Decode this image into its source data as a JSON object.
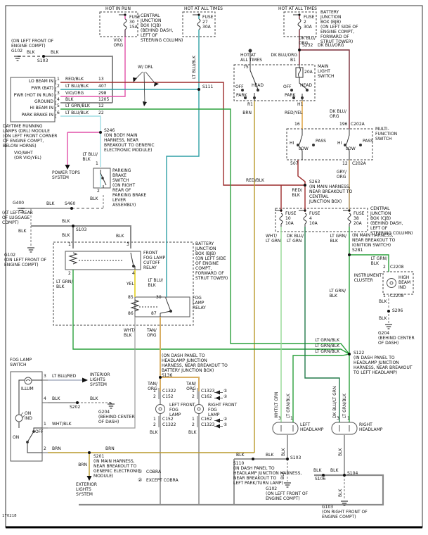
{
  "meta": {
    "doc_num": "170218"
  },
  "feeds": {
    "hot_in_run": "HOT IN RUN",
    "hot_all": "HOT AT ALL TIMES",
    "hot_all2": "HOT AT\nALL TIMES"
  },
  "fuses": {
    "f30": "FUSE\n30\n15A",
    "f27": "FUSE\n27\n30A",
    "f2": "FUSE\n2\n30A",
    "f10": "FUSE\n10\n10A",
    "f4": "FUSE\n4\n10A",
    "f38": "FUSE\n38\n20A"
  },
  "boxes": {
    "cjb": "CENTRAL\nJUNCTION\nBOX (CJB)\n(BEHIND DASH,\nLEFT OF\nSTEERING COLUMN)",
    "bjb": "BATTERY\nJUNCTION\nBOX (BJB)\n(ON LEFT SIDE OF\nENGINE COMPT,\nFORWARD OF\nSTRUT TOWER)",
    "bjb2": "BATTERY\nJUNCTION\nBOX (BJB)\n(ON LEFT SIDE\nOF ENGINE\nCOMPT,\nFORWARD OF\nSTRUT TOWER)"
  },
  "w": {
    "blk": "BLK",
    "brn": "BRN",
    "yel": "YEL",
    "red_blk": "RED/BLK",
    "red_blk2": "RED/\nBLK",
    "red_yel": "RED/YEL",
    "vio_org": "VIO/ORG",
    "vio_org2": "VIO/\nORG",
    "vio_wht": "VIO/WHT\n(OR VIO/YEL)",
    "lt_blu_blk": "LT BLU/BLK",
    "lt_blu_blk2": "LT BLU/\nBLK",
    "lt_blu_red": "LT BLU/RED",
    "lt_grn_blk": "LT GRN/BLK",
    "lt_grn_blk2": "LT GRN/\nBLK",
    "wht_lt_grn": "WHT/LT GRN",
    "wht_lt_grn2": "WHT/\nLT GRN",
    "dk_blu_lt_grn": "DK BLU/LT GRN",
    "dk_blu_lt_grn2": "DK BLU/\nLT GRN",
    "dk_blu_org": "DK BLU/ORG",
    "dk_blu_org2": "DK BLU/\nORG",
    "gry_org2": "GRY/\nORG",
    "wht_blk": "WHT/BLK",
    "wht_blk2": "WHT/\nBLK",
    "tan_org2": "TAN/\nORG"
  },
  "drl": {
    "pin1": "LO BEAM IN",
    "pin2": "PWR (BAT)",
    "pin3": "PWR (HOT IN RUN)",
    "pin4": "GROUND",
    "pin5": "HI BEAM IN",
    "pin6": "PARK BRAKE IN",
    "c13": "13",
    "c407": "407",
    "c298": "298",
    "c1205": "1205",
    "c12": "12",
    "c22": "22",
    "w_drl": "W/ DRL",
    "note": "DAYTIME RUNNING\nLAMPS (DRL) MODULE\n(ON LEFT FRONT CORNER\nOF ENGINE COMPT,\nBELOW HORNS)"
  },
  "d": {
    "n1": "1",
    "n2": "2",
    "n3": "3",
    "n4": "4",
    "n5": "5",
    "n6": "6",
    "p75": "75",
    "b1": "B1",
    "r1": "R1",
    "h1": "H1",
    "a20": "20A",
    "p16": "16",
    "p196": "196",
    "p507": "507",
    "p12": "12",
    "p85": "85",
    "p30": "30",
    "p86": "86",
    "p87": "87"
  },
  "conn": {
    "c202a": "C202A",
    "c2208": "C2208",
    "c1322": "C1322",
    "c152": "C152",
    "c1323": "C1323",
    "c162": "C162"
  },
  "comp": {
    "mls": "MAIN\nLIGHT\nSWITCH",
    "mfs": "MULTI-\nFUNCTION\nSWITCH",
    "off": "OFF",
    "on": "ON",
    "head": "HEAD",
    "park": "PARK",
    "hi": "HI",
    "low": "LOW",
    "pass": "PASS",
    "cutoff": "FRONT\nFOG LAMP\nCUTOFF\nRELAY",
    "fog_relay": "FOG\nLAMP\nRELAY",
    "cluster": "INSTRUMENT\nCLUSTER",
    "hibeam": "HIGH\nBEAM\nIND",
    "lhead": "LEFT\nHEADLAMP",
    "rhead": "RIGHT\nHEADLAMP",
    "lfog": "LEFT FRONT\nFOG\nLAMP",
    "rfog": "RIGHT FRONT\nFOG\nLAMP",
    "fogsw": "FOG LAMP\nSWITCH",
    "illum": "ILLUM",
    "on_ind": "ON\nIND",
    "pbs": "PARKING\nBRAKE\nSWITCH\n(ON RIGHT\nREAR OF\nPARKING BRAKE\nLEVER\nASSEMBLY)"
  },
  "sys": {
    "interior": "INTERIOR\nLIGHTS\nSYSTEM",
    "exterior": "EXTERIOR\nLIGHTS\nSYSTEM",
    "power_tops": "POWER TOPS\nSYSTEM"
  },
  "sp": {
    "s103": "S103",
    "s104": "S104",
    "s106": "S106",
    "s110": "S110",
    "s111": "S111",
    "s122": "S122",
    "s136": "S136",
    "s201": "S201",
    "s202": "S202",
    "s206": "S206",
    "s232": "S232",
    "s246": "S246",
    "s263": "S263",
    "s281": "S281",
    "s460": "S460"
  },
  "notes": {
    "s246": "S246\n(ON BODY MAIN\nHARNESS, NEAR\nBREAKOUT TO GENERIC\nELECTRONIC MODULE)",
    "s263": "S263\n(IN MAIN HARNESS,\nNEAR BREAKOUT TO\nCENTRAL\nJUNCTION BOX)",
    "s281": "(IN MAIN HARNESS,\nNEAR BREAKOUT TO\nIGNITION SWITCH)\nS281",
    "s122": "S122\n(IN DASH PANEL TO\nHEADLAMP JUNCTION\nHARNESS, NEAR BREAKOUT\nTO LEFT HEADLAMP)",
    "s136": "(ON DASH PANEL TO\nHEADLAMP JUNCTION\nHARNESS, NEAR BREAKOUT TO\nBATTERY JUNCTION BOX)\nS136",
    "s110": "S110\n(IN DASH PANEL TO\nHEADLAMP JUNCTION HARNESS,\nNEAR BREAKOUT TO\nLEFT PARK/TURN LAMP)",
    "s201": "S201\n(IN MAIN HARNESS,\nNEAR BREAKOUT TO\nGENERIC ELECTRONIC\nMODULE)"
  },
  "gnd": {
    "g102": "G102",
    "g102_loc": "(ON LEFT FRONT OF\nENGINE COMPT)",
    "g102_full": "G102\n(ON LEFT FRONT OF\nENGINE COMPT)",
    "g103_full": "G103\n(ON RIGHT FRONT OF\nENGINE COMPT)",
    "g204_full": "G204\n(BEHIND CENTER\nOF DASH)",
    "g400": "G400",
    "g400_loc": "(AT LEFT REAR\nOF LUGGAGE\nCOMPT)"
  },
  "legend": {
    "c1": "①",
    "cobra": "COBRA",
    "c2": "②",
    "except": "EXCEPT COBRA"
  },
  "colors": {
    "red_blk": "#9c2b2b",
    "dk_blu_org": "#7a2e38",
    "lt_blu_blk": "#2f9fa6",
    "lt_blu_blk_lt": "#9fdde4",
    "vio": "#e050a8",
    "lt_grn_blk": "#2aa03c",
    "wht_lt_grn": "#95d995",
    "dk_blu_lt_grn": "#237a4a",
    "yel": "#e8d84a",
    "tan_org": "#d9af64",
    "brn": "#b9992b",
    "red_yel": "#dd9c33",
    "gry_org": "#ab8c52",
    "blk": "#8a8a8a",
    "wht_blk": "#999999",
    "lt_blu_red": "#7b87a0"
  }
}
